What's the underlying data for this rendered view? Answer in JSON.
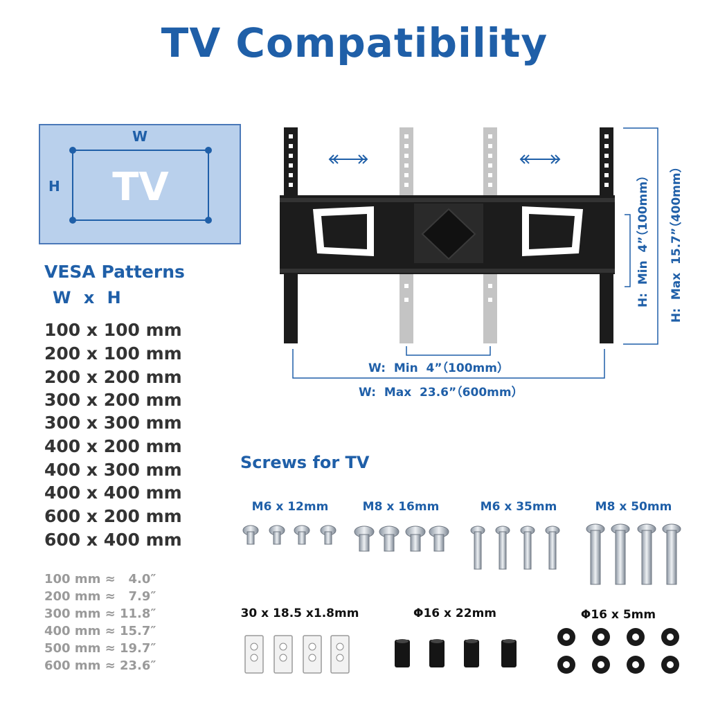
{
  "title": "TV  Compatibility",
  "tv_diagram": {
    "label": "TV",
    "w": "W",
    "h": "H"
  },
  "vesa": {
    "title": "VESA Patterns",
    "wxh": "W  x  H",
    "patterns": [
      "100 x 100 mm",
      "200 x 100 mm",
      "200 x 200 mm",
      "300 x 200 mm",
      "300 x 300 mm",
      "400 x 200 mm",
      "400 x 300 mm",
      "400 x 400 mm",
      "600 x 200 mm",
      "600 x 400 mm"
    ]
  },
  "conversions": [
    "100 mm ≈   4.0″",
    "200 mm ≈   7.9″",
    "300 mm ≈ 11.8″",
    "400 mm ≈ 15.7″",
    "500 mm ≈ 19.7″",
    "600 mm ≈ 23.6″"
  ],
  "mount_dims": {
    "w_min": "W:  Min  4”（100mm）",
    "w_max": "W:  Max  23.6”（600mm）",
    "h_min": "H:  Min  4”（100mm）",
    "h_max": "H:  Max  15.7”（400mm）"
  },
  "screws": {
    "title": "Screws for TV",
    "groups": [
      {
        "label": "M6 x 12mm"
      },
      {
        "label": "M8 x 16mm"
      },
      {
        "label": "M6 x 35mm"
      },
      {
        "label": "M8 x 50mm"
      }
    ],
    "accessories": [
      {
        "label": "30 x 18.5 x1.8mm"
      },
      {
        "label": "Φ16 x 22mm"
      },
      {
        "label": "Φ16 x 5mm"
      }
    ]
  },
  "colors": {
    "accent": "#1f5fa8",
    "tv_fill": "#b9d0ec",
    "text_dark": "#333333",
    "text_gray": "#9a9a9a",
    "bracket": "#1c1c1c",
    "arm_gray": "#c4c4c4"
  }
}
